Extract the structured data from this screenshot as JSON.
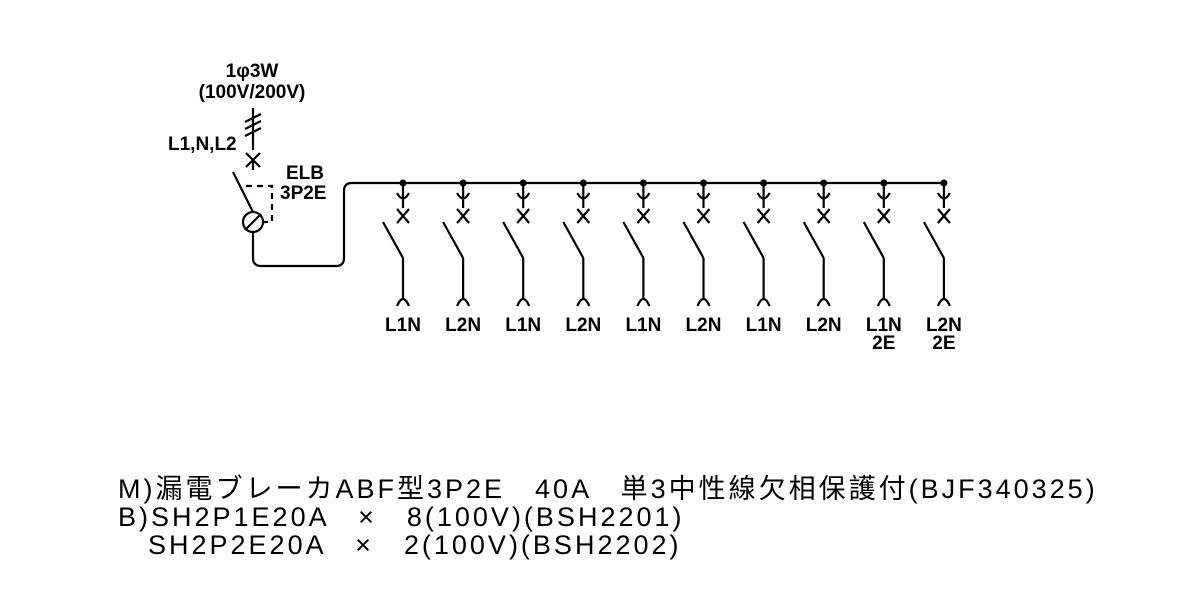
{
  "supply": {
    "phase": "1φ3W",
    "voltage": "(100V/200V)",
    "lines": "L1,N,L2"
  },
  "main_breaker": {
    "name": "ELB",
    "poles": "3P2E"
  },
  "branches": [
    {
      "phase": "L1N",
      "earth": ""
    },
    {
      "phase": "L2N",
      "earth": ""
    },
    {
      "phase": "L1N",
      "earth": ""
    },
    {
      "phase": "L2N",
      "earth": ""
    },
    {
      "phase": "L1N",
      "earth": ""
    },
    {
      "phase": "L2N",
      "earth": ""
    },
    {
      "phase": "L1N",
      "earth": ""
    },
    {
      "phase": "L2N",
      "earth": ""
    },
    {
      "phase": "L1N",
      "earth": "2E"
    },
    {
      "phase": "L2N",
      "earth": "2E"
    }
  ],
  "spec_lines": [
    "M)漏電ブレーカABF型3P2E　40A　単3中性線欠相保護付(BJF340325)",
    "B)SH2P1E20A　×　8(100V)(BSH2201)",
    "　SH2P2E20A　×　2(100V)(BSH2202)"
  ]
}
